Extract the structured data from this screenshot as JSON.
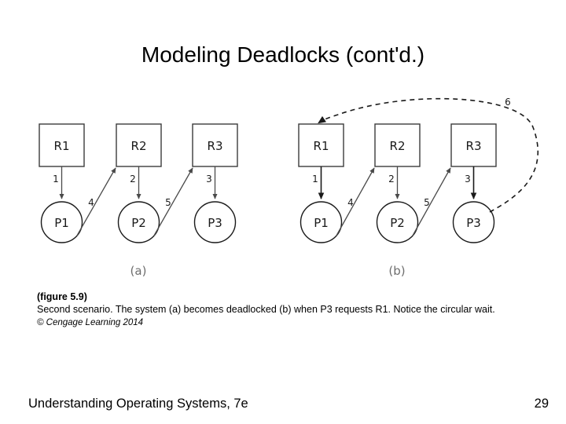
{
  "slide": {
    "title": "Modeling Deadlocks (cont'd.)",
    "background_color": "#ffffff"
  },
  "figure": {
    "panels": [
      {
        "id": "a",
        "label": "(a)",
        "resources": [
          "R1",
          "R2",
          "R3"
        ],
        "processes": [
          "P1",
          "P2",
          "P3"
        ],
        "edges": [
          {
            "label": "1",
            "from": "R1",
            "to": "P1",
            "style": "solid"
          },
          {
            "label": "4",
            "from": "P1",
            "to": "R2",
            "style": "solid"
          },
          {
            "label": "2",
            "from": "R2",
            "to": "P2",
            "style": "solid"
          },
          {
            "label": "5",
            "from": "P2",
            "to": "R3",
            "style": "solid"
          },
          {
            "label": "3",
            "from": "R3",
            "to": "P3",
            "style": "solid"
          }
        ]
      },
      {
        "id": "b",
        "label": "(b)",
        "resources": [
          "R1",
          "R2",
          "R3"
        ],
        "processes": [
          "P1",
          "P2",
          "P3"
        ],
        "edges": [
          {
            "label": "1",
            "from": "R1",
            "to": "P1",
            "style": "solid"
          },
          {
            "label": "4",
            "from": "P1",
            "to": "R2",
            "style": "solid"
          },
          {
            "label": "2",
            "from": "R2",
            "to": "P2",
            "style": "solid"
          },
          {
            "label": "5",
            "from": "P2",
            "to": "R3",
            "style": "solid"
          },
          {
            "label": "3",
            "from": "R3",
            "to": "P3",
            "style": "solid"
          },
          {
            "label": "6",
            "from": "P3",
            "to": "R1",
            "style": "dashed"
          }
        ]
      }
    ],
    "colors": {
      "box_stroke": "#3b3b3b",
      "circle_stroke": "#1a1a1a",
      "edge_stroke": "#4a4a4a",
      "dashed_edge_stroke": "#1a1a1a",
      "panel_label": "#6e6e6e"
    }
  },
  "caption": {
    "figure_number": "(figure 5.9)",
    "body": "Second scenario. The system (a) becomes deadlocked (b) when P3 requests R1. Notice the circular wait.",
    "credit": "© Cengage Learning 2014"
  },
  "footer": {
    "book_title": "Understanding Operating Systems, 7e",
    "page_number": "29"
  }
}
